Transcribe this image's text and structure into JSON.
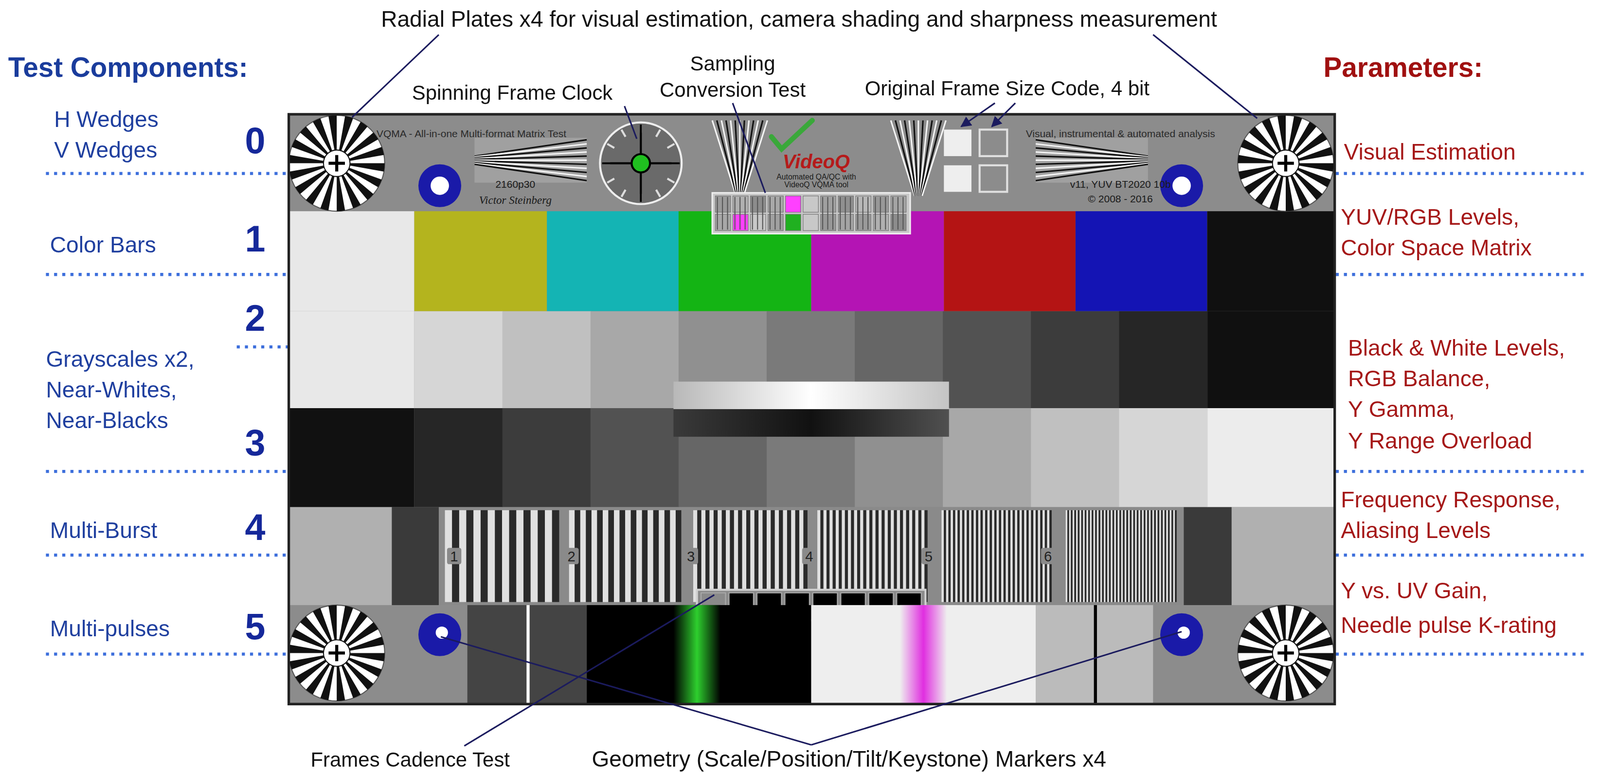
{
  "diagram": {
    "nodes": [
      {
        "text": [
          "VQMA - All-in-one Multi-format Matrix Test",
          "2160p30",
          "Victor Steinberg",
          "VideoQ",
          "Automated QA/QC with VideoQ VQMA tool",
          "Visual, instrumental & automated analysis",
          "v11, YUV BT2020 10b",
          "© 2008 - 2016",
          "1",
          "2",
          "3",
          "4",
          "5",
          "6"
        ]
      }
    ],
    "labels": [
      "Radial Plates x4 for visual estimation, camera shading and sharpness measurement",
      "Test Components:",
      "Parameters:",
      "Spinning Frame Clock",
      "Sampling Conversion Test",
      "Original Frame Size Code, 4 bit",
      "H Wedges",
      "V Wedges",
      "0",
      "Visual Estimation",
      "Color Bars",
      "1",
      "YUV/RGB Levels,",
      "Color Space Matrix",
      "2",
      "Grayscales x2,",
      "Near-Whites,",
      "Near-Blacks",
      "3",
      "Black & White Levels,",
      "RGB Balance,",
      "Y Gamma,",
      "Y Range Overload",
      "Multi-Burst",
      "4",
      "Frequency Response,",
      "Aliasing Levels",
      "Multi-pulses",
      "5",
      "Y vs. UV Gain,",
      "Needle pulse K-rating",
      "Frames Cadence Test",
      "Geometry (Scale/Position/Tilt/Keystone) Markers x4"
    ]
  }
}
